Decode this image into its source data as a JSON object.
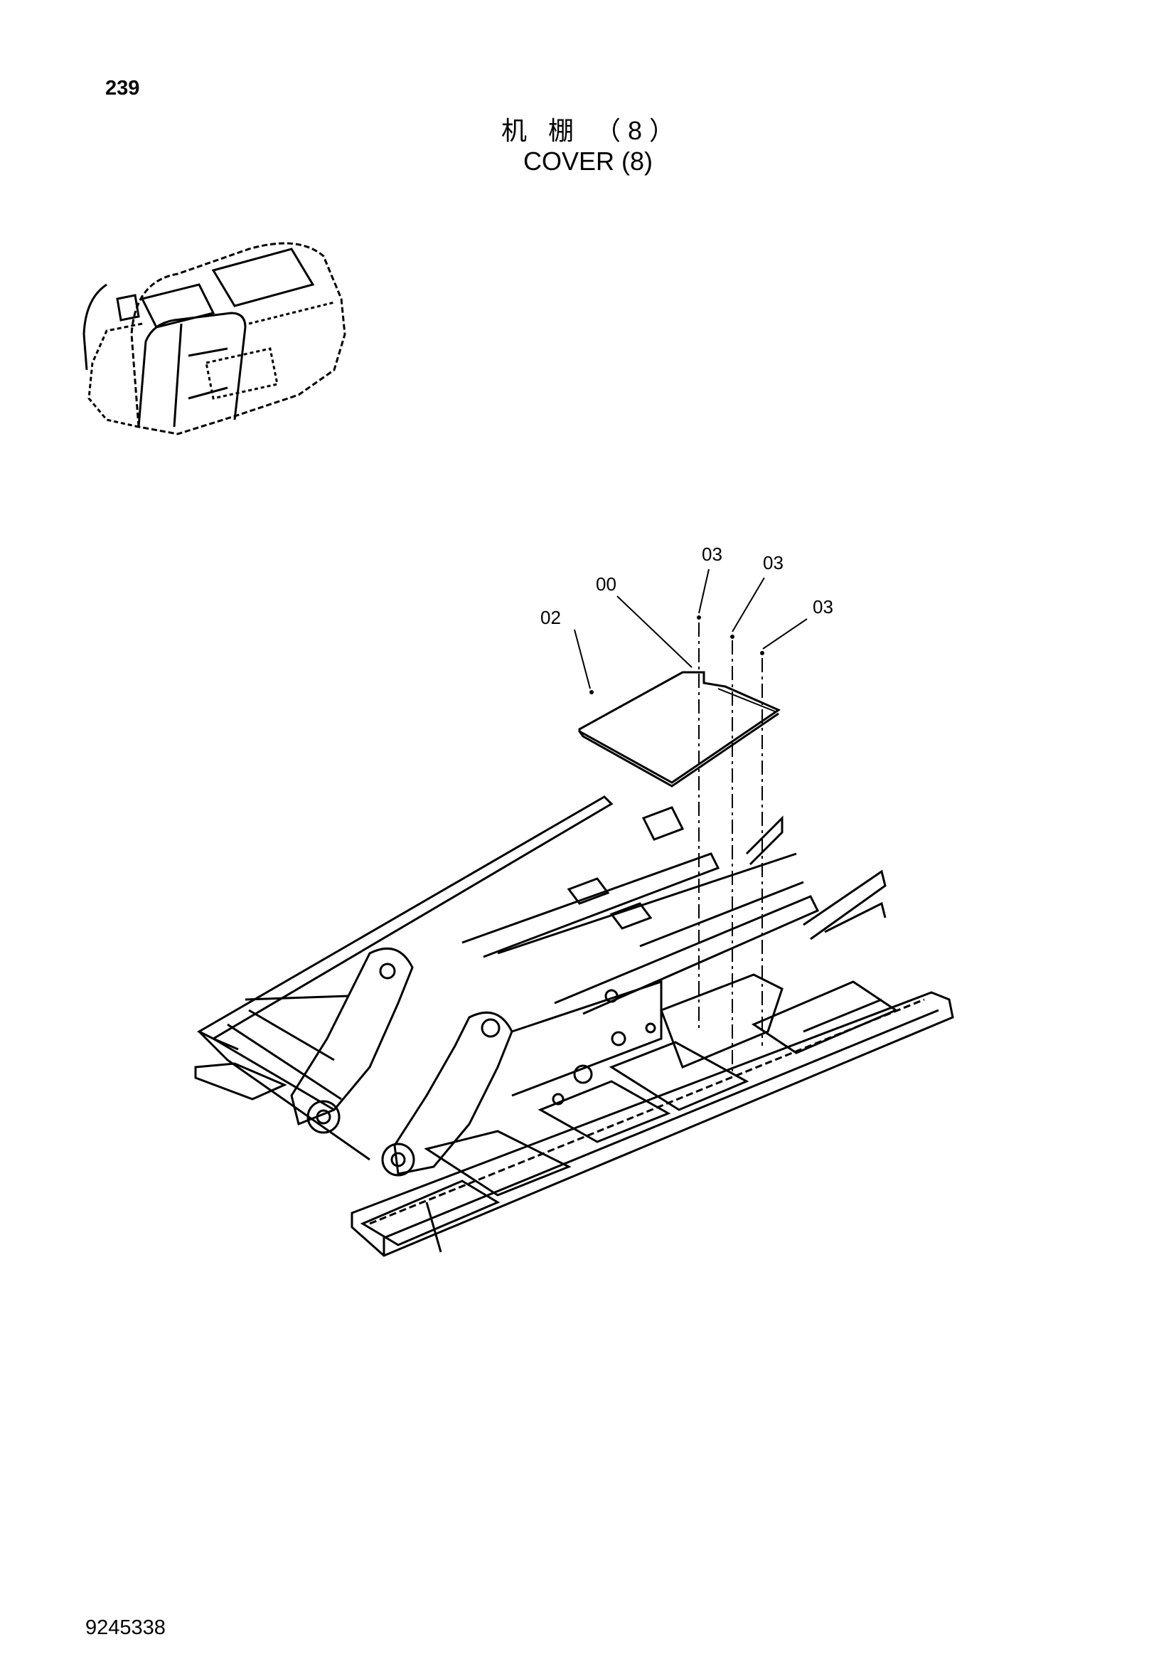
{
  "page_number": "239",
  "title_cn": "机 棚 （8）",
  "title_en": "COVER (8)",
  "doc_number": "9245338",
  "callouts": {
    "c_00": "00",
    "c_02": "02",
    "c_03a": "03",
    "c_03b": "03",
    "c_03c": "03"
  }
}
